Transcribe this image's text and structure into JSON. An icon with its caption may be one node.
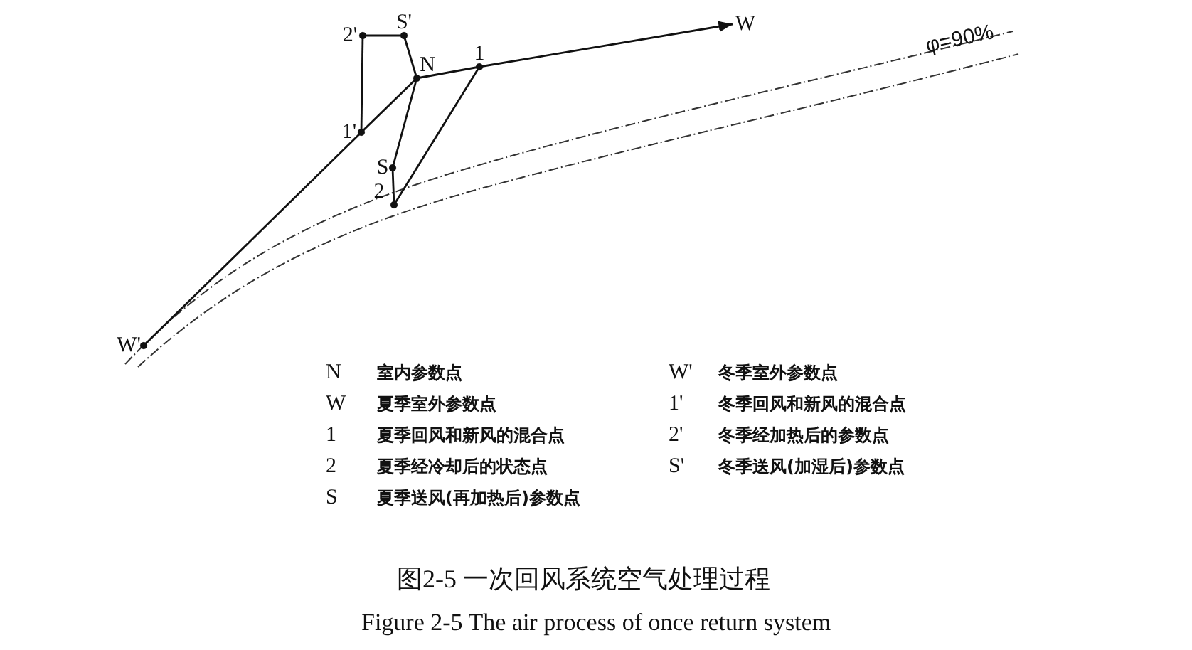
{
  "diagram": {
    "caption": "图2-5 一次回风系统空气处理过程",
    "nodes": [
      {
        "text": [
          "N"
        ]
      },
      {
        "text": [
          "W"
        ]
      },
      {
        "text": [
          "1"
        ]
      },
      {
        "text": [
          "2"
        ]
      },
      {
        "text": [
          "S"
        ]
      },
      {
        "text": [
          "W'"
        ]
      },
      {
        "text": [
          "1'"
        ]
      },
      {
        "text": [
          "2'"
        ]
      },
      {
        "text": [
          "S'"
        ]
      }
    ],
    "edges": [
      {
        "from": 0,
        "to": 2,
        "arrow": "none"
      },
      {
        "from": 2,
        "to": 1,
        "arrow": "to"
      },
      {
        "from": 2,
        "to": 3,
        "arrow": "none"
      },
      {
        "from": 3,
        "to": 4,
        "arrow": "none"
      },
      {
        "from": 4,
        "to": 0,
        "arrow": "none"
      },
      {
        "from": 5,
        "to": 6,
        "arrow": "none"
      },
      {
        "from": 6,
        "to": 0,
        "arrow": "none"
      },
      {
        "from": 6,
        "to": 7,
        "arrow": "none"
      },
      {
        "from": 7,
        "to": 8,
        "arrow": "none"
      },
      {
        "from": 8,
        "to": 0,
        "arrow": "none"
      }
    ],
    "labels": [
      "φ=90%",
      "N",
      "室内参数点",
      "W'",
      "冬季室外参数点",
      "W",
      "夏季室外参数点",
      "1'",
      "冬季回风和新风的混合点",
      "1",
      "夏季回风和新风的混合点",
      "2'",
      "冬季经加热后的参数点",
      "2",
      "夏季经冷却后的状态点",
      "S'",
      "冬季送风(加湿后)参数点",
      "S",
      "夏季送风(再加热后)参数点",
      "Figure 2-5 The air process of once return system"
    ]
  }
}
